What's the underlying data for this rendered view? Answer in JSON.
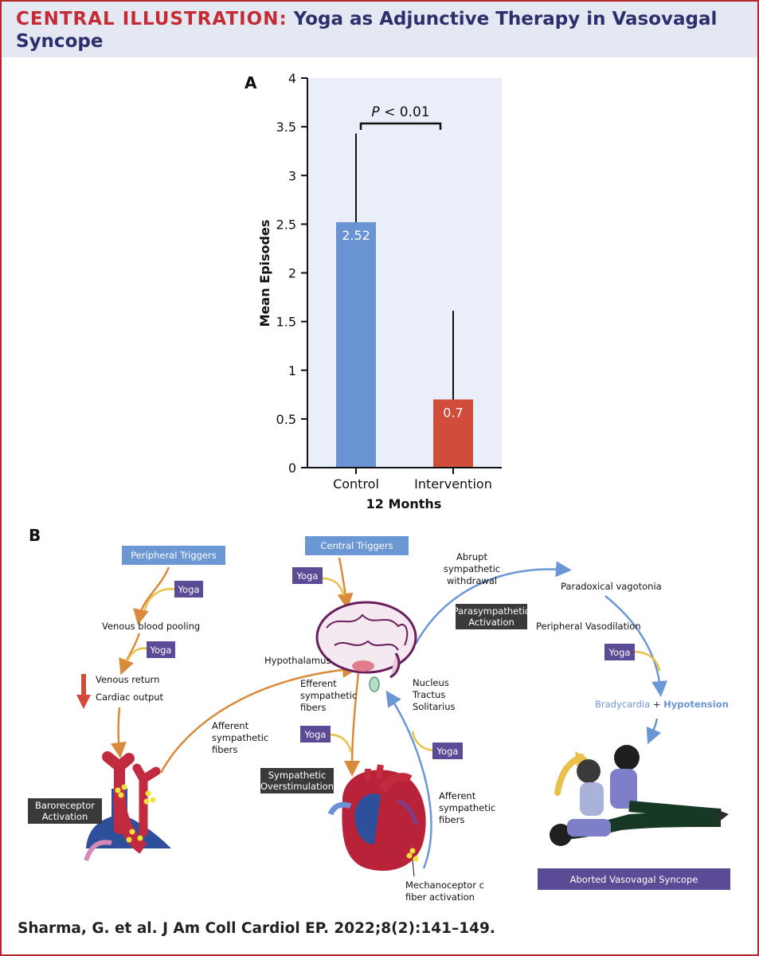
{
  "header": {
    "lead": "CENTRAL ILLUSTRATION:",
    "title": "Yoga as Adjunctive Therapy in Vasovagal Syncope"
  },
  "panel_a": {
    "letter": "A",
    "pvalue": "P < 0.01"
  },
  "chart_data": {
    "type": "bar",
    "title": "",
    "xlabel": "12 Months",
    "ylabel": "Mean Episodes",
    "categories": [
      "Control",
      "Intervention"
    ],
    "values": [
      2.52,
      0.7
    ],
    "error_upper": [
      3.43,
      1.61
    ],
    "value_labels": [
      "2.52",
      "0.7"
    ],
    "ylim": [
      0,
      4
    ],
    "yticks": [
      "0",
      "0.5",
      "1",
      "1.5",
      "2",
      "2.5",
      "3",
      "3.5",
      "4"
    ],
    "colors": [
      "#6a93d3",
      "#cf4d3a"
    ],
    "background": "#e9eef8",
    "annotation": "P < 0.01"
  },
  "panel_b": {
    "letter": "B",
    "peripheral_triggers": "Peripheral Triggers",
    "central_triggers": "Central Triggers",
    "yoga": "Yoga",
    "venous_pooling": "Venous blood pooling",
    "venous_return": "Venous return",
    "cardiac_output": "Cardiac output",
    "baroreceptor": "Baroreceptor Activation",
    "afferent_1": "Afferent sympathetic fibers",
    "hypothalamus": "Hypothalamus",
    "efferent": "Efferent sympathetic fibers",
    "nts": "Nucleus Tractus Solitarius",
    "sympathetic_over": "Sympathetic Overstimulation",
    "afferent_2": "Afferent sympathetic fibers",
    "mechanoceptor": "Mechanoceptor c fiber activation",
    "abrupt": "Abrupt sympathetic withdrawal",
    "paradoxical": "Paradoxical vagotonia",
    "parasympathetic": "Parasympathetic Activation",
    "vasodilation": "Peripheral Vasodilation",
    "bradycardia": "Bradycardia",
    "plus": "+",
    "hypotension": "Hypotension",
    "aborted": "Aborted Vasovagal Syncope"
  },
  "footer": {
    "citation": "Sharma, G. et al. J Am Coll Cardiol EP. 2022;8(2):141–149."
  },
  "colors": {
    "brand_red": "#c42b32",
    "navy": "#2b2f6b",
    "arrow_orange": "#d98a3a",
    "arrow_blue": "#6b97d5",
    "box_purple": "#5b4a96",
    "box_dark": "#3a3a3a"
  }
}
